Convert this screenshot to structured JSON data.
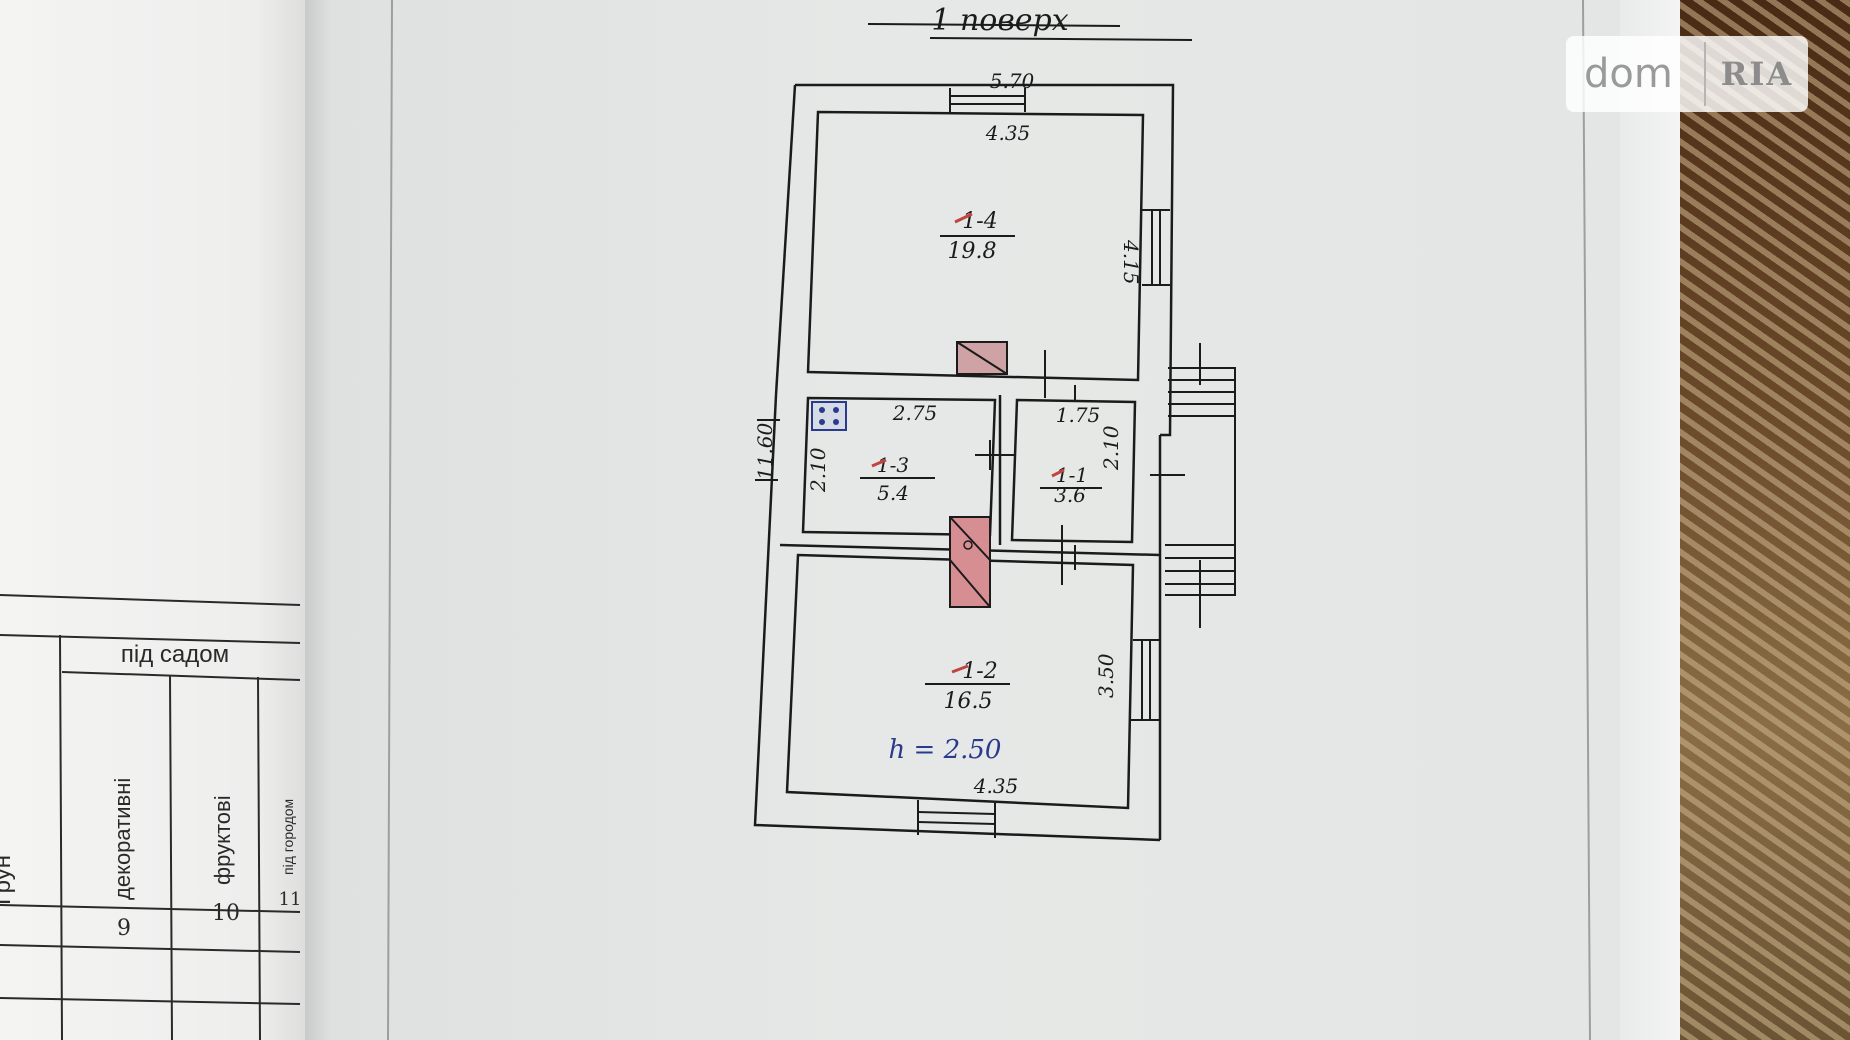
{
  "plan": {
    "floor_title": "1 поверх",
    "dimensions": {
      "outer_top": "5.70",
      "room4_top": "4.35",
      "room4_right": "4.15",
      "room3_top": "2.75",
      "room3_left": "2.10",
      "room1_top": "1.75",
      "room1_right": "2.10",
      "outer_left": "11.60",
      "room2_right": "3.50",
      "room2_bottom": "4.35"
    },
    "rooms": [
      {
        "id": "1-4",
        "area": "19.8"
      },
      {
        "id": "1-3",
        "area": "5.4"
      },
      {
        "id": "1-1",
        "area": "3.6"
      },
      {
        "id": "1-2",
        "area": "16.5"
      }
    ],
    "height_note": "h = 2.50"
  },
  "table": {
    "header": "під садом",
    "col_decorative": "декоративні",
    "col_fruit": "фруктові",
    "col_under_vegetables": "під городом",
    "col_ground_partial": "Грун",
    "num_decorative": "9",
    "num_fruit": "10",
    "num_under": "11"
  },
  "watermark": {
    "dom": "dom",
    "ria": "RIA"
  },
  "colors": {
    "ink": "#1b1b1b",
    "ink_blue": "#2a3a8c",
    "red_pencil": "#c0453f",
    "paper": "#e4e6e5"
  }
}
